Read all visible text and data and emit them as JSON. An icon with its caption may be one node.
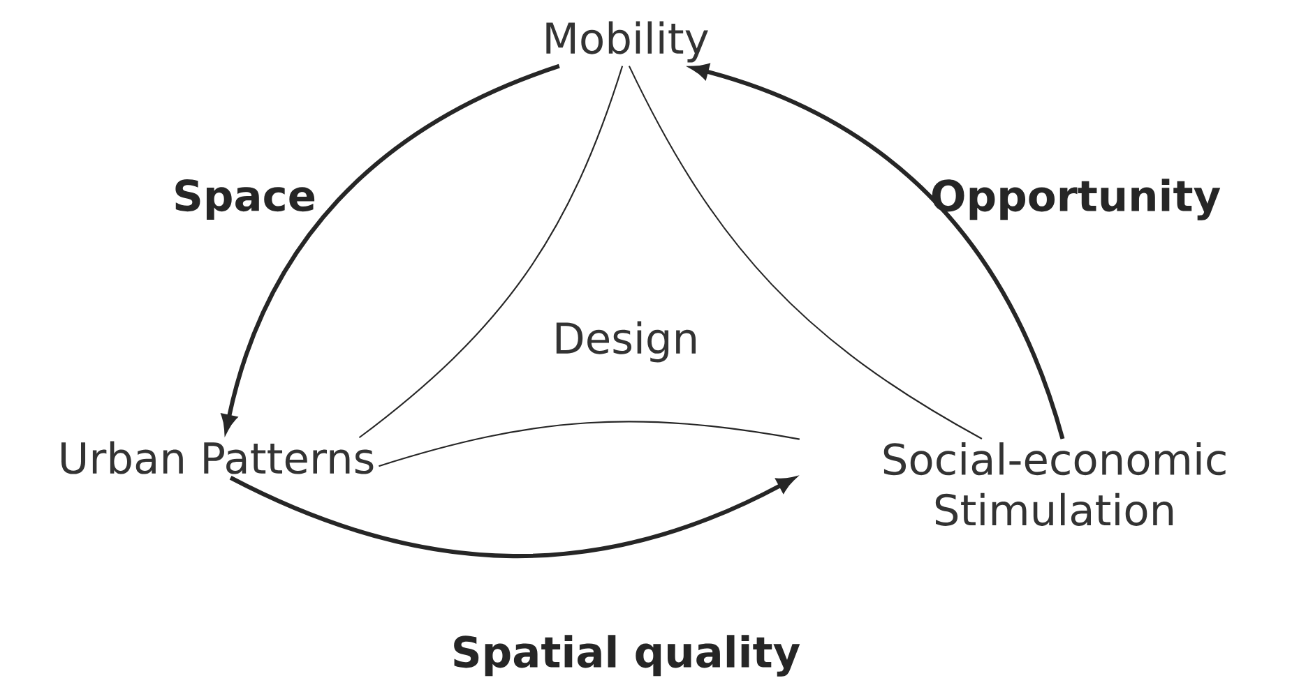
{
  "diagram": {
    "nodes": [
      {
        "text": [
          "Mobility"
        ]
      },
      {
        "text": [
          "Urban Patterns"
        ]
      },
      {
        "text": [
          "Social-economic Stimulation"
        ]
      },
      {
        "text": [
          "Design"
        ]
      }
    ],
    "edges": [
      {
        "from": 0,
        "to": 1,
        "arrow": "none"
      },
      {
        "from": 0,
        "to": 2,
        "arrow": "none"
      },
      {
        "from": 1,
        "to": 2,
        "arrow": "none"
      },
      {
        "from": 0,
        "to": 1,
        "arrow": "to",
        "style": "thick",
        "label": "Space"
      },
      {
        "from": 1,
        "to": 2,
        "arrow": "to",
        "style": "thick",
        "label": "Spatial quality"
      },
      {
        "from": 2,
        "to": 0,
        "arrow": "to",
        "style": "thick",
        "label": "Opportunity"
      }
    ]
  }
}
